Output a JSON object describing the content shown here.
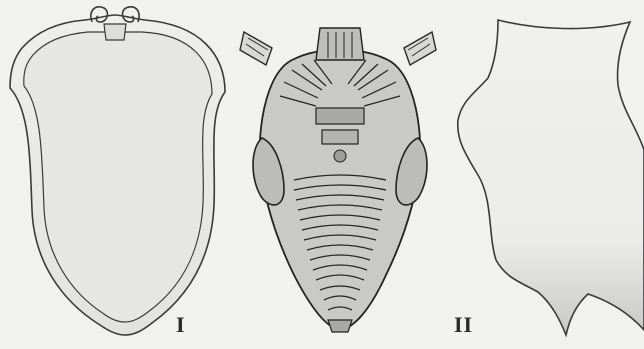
{
  "plate": {
    "labels": {
      "first": "I",
      "second": "II"
    }
  },
  "figures": [
    {
      "id": "shield-i",
      "icon": "scroll-top-shield-icon"
    },
    {
      "id": "chamfron",
      "icon": "horse-chamfron-armor-icon"
    },
    {
      "id": "shield-ii",
      "icon": "pointed-shield-icon"
    }
  ],
  "colors": {
    "background": "#f1f1ef",
    "outline": "#3a3a3a",
    "shading": "#cfcfcf"
  }
}
